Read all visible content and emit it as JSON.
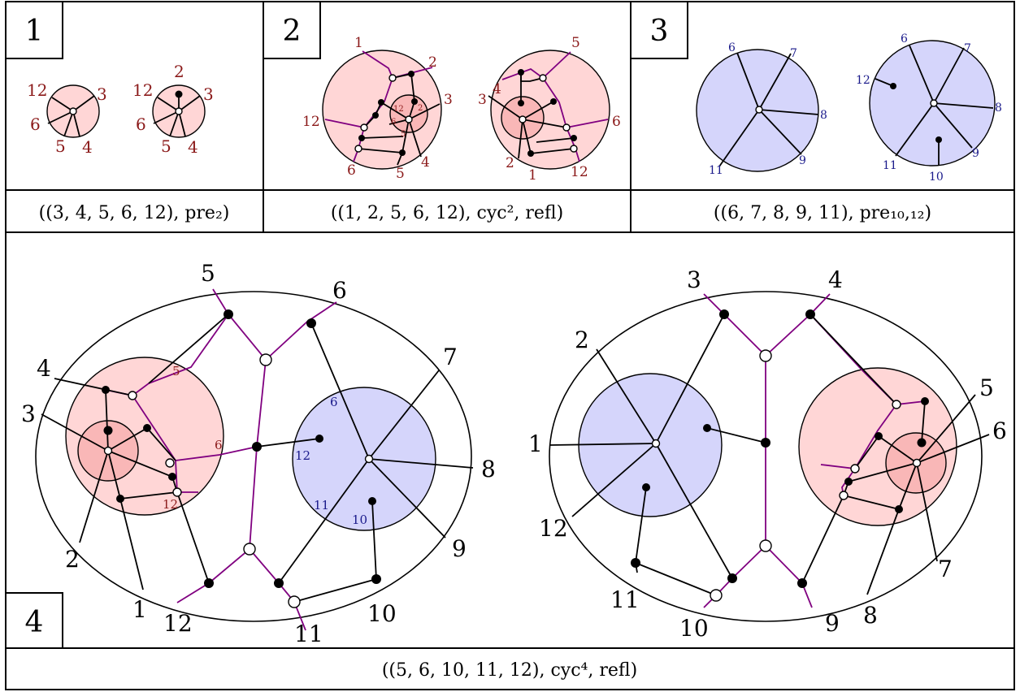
{
  "panels": [
    {
      "id": "1",
      "caption": "((3, 4, 5, 6, 12), pre₂)"
    },
    {
      "id": "2",
      "caption": "((1, 2, 5, 6, 12), cyc², refl)"
    },
    {
      "id": "3",
      "caption": "((6, 7, 8, 9, 11), pre₁₀,₁₂)"
    },
    {
      "id": "4",
      "caption": "((5, 6, 10, 11, 12), cyc⁴, refl)"
    }
  ],
  "colors": {
    "pink": "#ffd6d6",
    "pink_dark": "#f7aaaa",
    "blue": "#d5d5fb",
    "purple": "#800080",
    "red_label": "#8b1a1a",
    "blue_label": "#1a1a8b"
  },
  "p1": {
    "a": {
      "labels": [
        "12",
        "3",
        "6",
        "5",
        "4"
      ]
    },
    "b": {
      "labels": [
        "2",
        "12",
        "3",
        "6",
        "5",
        "4"
      ]
    }
  },
  "p2": {
    "a": {
      "outer": [
        "1",
        "2",
        "3",
        "12",
        "6",
        "5",
        "4"
      ],
      "inner": [
        "12",
        "2",
        "6",
        "5"
      ]
    },
    "b": {
      "outer": [
        "4",
        "5",
        "3",
        "6",
        "2",
        "1",
        "12"
      ]
    }
  },
  "p3": {
    "a": {
      "labels": [
        "6",
        "7",
        "8",
        "9",
        "11"
      ]
    },
    "b": {
      "labels": [
        "6",
        "7",
        "12",
        "8",
        "9",
        "11",
        "10"
      ]
    }
  },
  "p4": {
    "left": {
      "outer": [
        "5",
        "6",
        "7",
        "4",
        "3",
        "8",
        "9",
        "2",
        "1",
        "12",
        "11",
        "10"
      ],
      "inner_pink": [
        "5",
        "6",
        "12"
      ],
      "inner_blue": [
        "6",
        "12",
        "11",
        "10"
      ]
    },
    "right": {
      "outer": [
        "3",
        "4",
        "2",
        "5",
        "6",
        "1",
        "12",
        "7",
        "11",
        "10",
        "9",
        "8"
      ]
    }
  }
}
